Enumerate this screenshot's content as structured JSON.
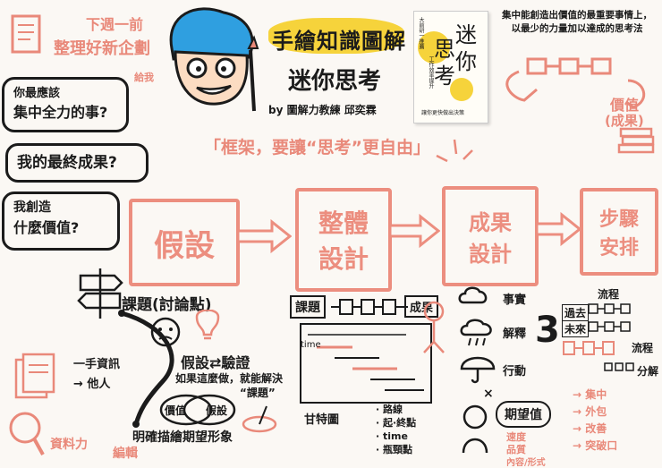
{
  "header": {
    "title": "手繪知識圖解",
    "subtitle": "迷你思考",
    "byline": "by 圖解力教練  邱奕霖"
  },
  "book": {
    "title_chars": [
      "迷",
      "你",
      "思",
      "考"
    ],
    "side_text": "大前研一推薦",
    "side_text2": "工作效率提升",
    "bottom_text": "讓你更快做出決策"
  },
  "notes": {
    "top_left_1": "下週一前",
    "top_left_2": "整理好新企劃",
    "top_left_3": "給我",
    "top_right": "集中能創造出價值的最重要事情上，以最少的力量加以達成的思考法",
    "value_label": "價值",
    "value_label2": "(成果)",
    "bubble_1_a": "你最應該",
    "bubble_1_b": "集中全力的事?",
    "bubble_2": "我的最終成果?",
    "bubble_3_a": "我創造",
    "bubble_3_b": "什麼價值?",
    "banner": "「框架，要讓“思考”更自由」"
  },
  "steps": [
    {
      "label_1": "假",
      "label_2": "設"
    },
    {
      "label_1": "整體",
      "label_2": "設計"
    },
    {
      "label_1": "成果",
      "label_2": "設計"
    },
    {
      "label_1": "步驟",
      "label_2": "安排"
    }
  ],
  "hypothesis": {
    "topic": "課題(討論點)",
    "verify": "假設⇄驗證",
    "if_do": "如果這麼做，就能解決",
    "problem": "“課題”",
    "draw": "明確描繪期望形象",
    "info_1": "一手資訊",
    "info_2": "→ 他人",
    "data": "資料力",
    "edit": "編輯",
    "labels": [
      "價值",
      "假設"
    ]
  },
  "overall": {
    "topic": "課題",
    "result": "成果",
    "time": "time",
    "gantt": "甘特圖",
    "list": [
      "· 路線",
      "· 起·終點",
      "· time",
      "· 瓶頸點"
    ]
  },
  "outcome": {
    "fact": "事實",
    "interp": "解釋",
    "action": "行動",
    "expect": "期望值",
    "speed": "速度",
    "quality": "品質",
    "form": "內容/形式",
    "number": "3"
  },
  "schedule": {
    "flow": "流程",
    "current": "過去",
    "future": "未來",
    "flow2": "流程",
    "flow3": "分解",
    "list": [
      "→ 集中",
      "→ 外包",
      "→ 改善",
      "→ 突破口"
    ]
  }
}
